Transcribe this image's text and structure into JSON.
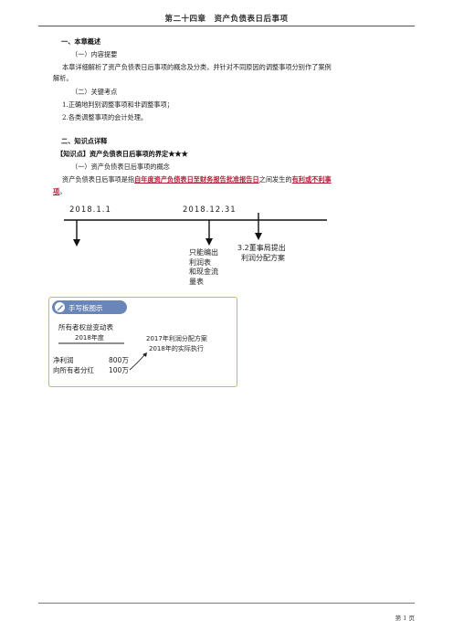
{
  "header": {
    "title": "第二十四章　资产负债表日后事项"
  },
  "section1": {
    "heading": "一、本章概述",
    "sub1": "（一）内容提要",
    "para1_line1": "本章详细解析了资产负债表日后事项的概念及分类，并针对不同原因的调整事项分别作了案例",
    "para1_line2": "解析。",
    "sub2": "（二）关键考点",
    "point1": "1.正确地判别调整事项和非调整事项；",
    "point2": "2.各类调整事项的会计处理。"
  },
  "section2": {
    "heading": "二、知识点详释",
    "kp_title": "【知识点】资产负债表日后事项的界定★★★",
    "sub1": "（一）资产负债表日后事项的概念",
    "def_pre": "资产负债表日后事项是指",
    "def_red1": "自年度资产负债表日至财务报告批准报告日",
    "def_mid": "之间发生的",
    "def_red2": "有利或不利事",
    "def_red3": "项",
    "def_end": "。"
  },
  "timeline": {
    "date1": "2018.1.1",
    "date2": "2018.12.31",
    "note_a": [
      "只能编出",
      "利润表",
      "和现金流",
      "量表"
    ],
    "note_b": [
      "3.2董事局提出",
      "利润分配方案"
    ]
  },
  "handnote": {
    "tag": "手写板图示",
    "title1": "所有者权益变动表",
    "title2": "2018年度",
    "row1_label": "净利润",
    "row1_value": "800万",
    "row2_label": "向所有者分红",
    "row2_value": "100万",
    "remark1": "2017年利润分配方案",
    "remark2": "2018年的实际执行"
  },
  "footer": {
    "page": "第 1 页"
  }
}
